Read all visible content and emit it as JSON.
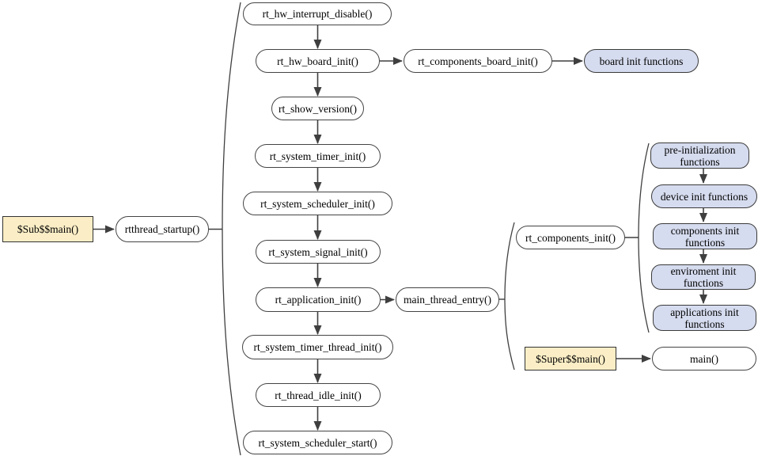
{
  "colors": {
    "process_fill": "#ffffff",
    "group_fill": "#d6dcef",
    "entry_fill": "#fbeec6",
    "line": "#3f3f3f",
    "border": "#444444"
  },
  "nodes": {
    "sub_main": "$Sub$$main()",
    "rtthread_startup": "rtthread_startup()",
    "rt_hw_interrupt_disable": "rt_hw_interrupt_disable()",
    "rt_hw_board_init": "rt_hw_board_init()",
    "rt_components_board_init": "rt_components_board_init()",
    "board_init_functions": "board init functions",
    "rt_show_version": "rt_show_version()",
    "rt_system_timer_init": "rt_system_timer_init()",
    "rt_system_scheduler_init": "rt_system_scheduler_init()",
    "rt_system_signal_init": "rt_system_signal_init()",
    "rt_application_init": "rt_application_init()",
    "main_thread_entry": "main_thread_entry()",
    "rt_components_init": "rt_components_init()",
    "pre_initialization_functions": "pre-initialization\nfunctions",
    "device_init_functions": "device init functions",
    "components_init_functions": "components init\nfunctions",
    "enviroment_init_functions": "enviroment init\nfunctions",
    "applications_init_functions": "applications init\nfunctions",
    "super_main": "$Super$$main()",
    "main": "main()",
    "rt_system_timer_thread_init": "rt_system_timer_thread_init()",
    "rt_thread_idle_init": "rt_thread_idle_init()",
    "rt_system_scheduler_start": "rt_system_scheduler_start()"
  }
}
